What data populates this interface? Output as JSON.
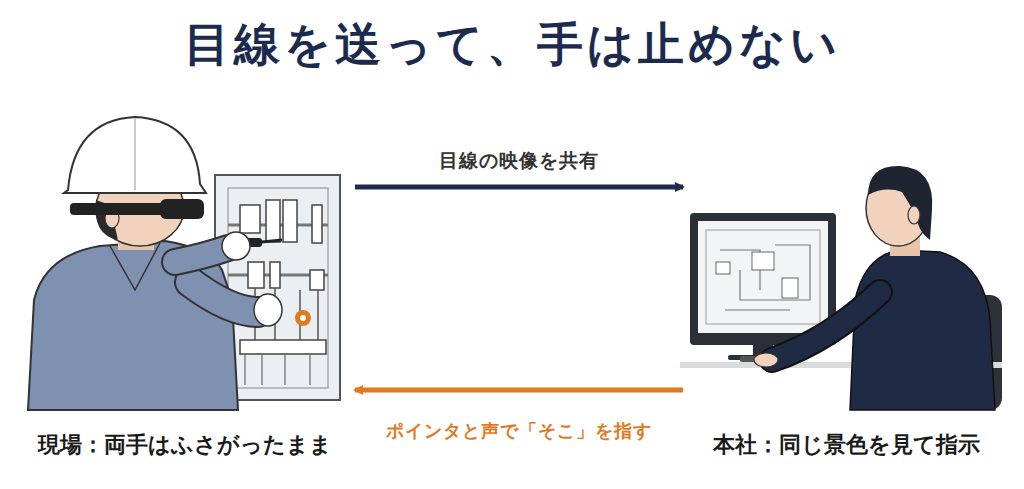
{
  "diagram": {
    "title": "目線を送って、手は止めない",
    "nodes": [
      {
        "text": [
          "現場：両手はふさがったまま"
        ]
      },
      {
        "text": [
          "本社：同じ景色を見て指示"
        ]
      }
    ],
    "edges": [
      {
        "from": 0,
        "to": 1,
        "label": "目線の映像を共有",
        "arrow": "to"
      },
      {
        "from": 1,
        "to": 0,
        "label": "ポインタと声で「そこ」を指す",
        "arrow": "to"
      }
    ]
  }
}
